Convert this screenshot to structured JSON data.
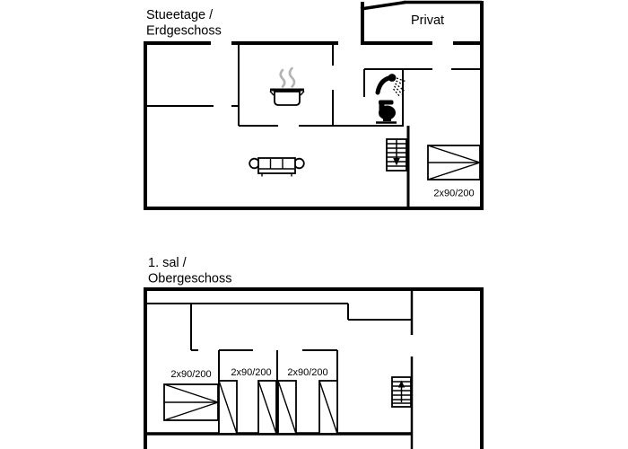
{
  "canvas": {
    "background": "#ffffff",
    "line_color": "#000000",
    "steam_color": "#b3b3b3"
  },
  "ground_floor": {
    "title_line1": "Stueetage /",
    "title_line2": "Erdgeschoss",
    "annex_label": "Privat",
    "bed_label": "2x90/200",
    "icons": [
      "cooking-pot-icon",
      "shower-icon",
      "toilet-icon",
      "sofa-icon",
      "stairs-down-icon",
      "double-bed-icon"
    ]
  },
  "upper_floor": {
    "title_line1": "1. sal /",
    "title_line2": "Obergeschoss",
    "bed_labels": [
      "2x90/200",
      "2x90/200",
      "2x90/200"
    ],
    "icons": [
      "stairs-up-icon",
      "double-bed-icon",
      "single-bed-icon",
      "single-bed-icon",
      "single-bed-icon",
      "single-bed-icon"
    ]
  }
}
